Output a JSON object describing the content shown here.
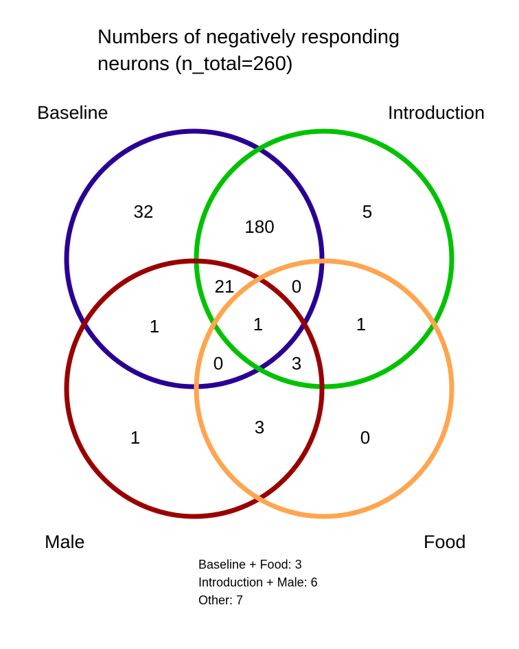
{
  "title": {
    "line1": "Numbers of negatively responding",
    "line2": "neurons (n_total=260)"
  },
  "sets": [
    {
      "key": "baseline",
      "label": "Baseline",
      "color": "#2a0094"
    },
    {
      "key": "introduction",
      "label": "Introduction",
      "color": "#00c200"
    },
    {
      "key": "male",
      "label": "Male",
      "color": "#9a0000"
    },
    {
      "key": "food",
      "label": "Food",
      "color": "#ffa54f"
    }
  ],
  "regions": [
    {
      "key": "baseline_only",
      "label": "32"
    },
    {
      "key": "baseline_introduction",
      "label": "180"
    },
    {
      "key": "introduction_only",
      "label": "5"
    },
    {
      "key": "baseline_introduction_male",
      "label": "21"
    },
    {
      "key": "baseline_introduction_food",
      "label": "0"
    },
    {
      "key": "baseline_male",
      "label": "1"
    },
    {
      "key": "all_four",
      "label": "1"
    },
    {
      "key": "introduction_food",
      "label": "1"
    },
    {
      "key": "baseline_male_food",
      "label": "0"
    },
    {
      "key": "introduction_male_food",
      "label": "3"
    },
    {
      "key": "male_only",
      "label": "1"
    },
    {
      "key": "male_food",
      "label": "3"
    },
    {
      "key": "food_only",
      "label": "0"
    }
  ],
  "notes": [
    "Baseline + Food: 3",
    "Introduction + Male: 6",
    "Other: 7"
  ]
}
